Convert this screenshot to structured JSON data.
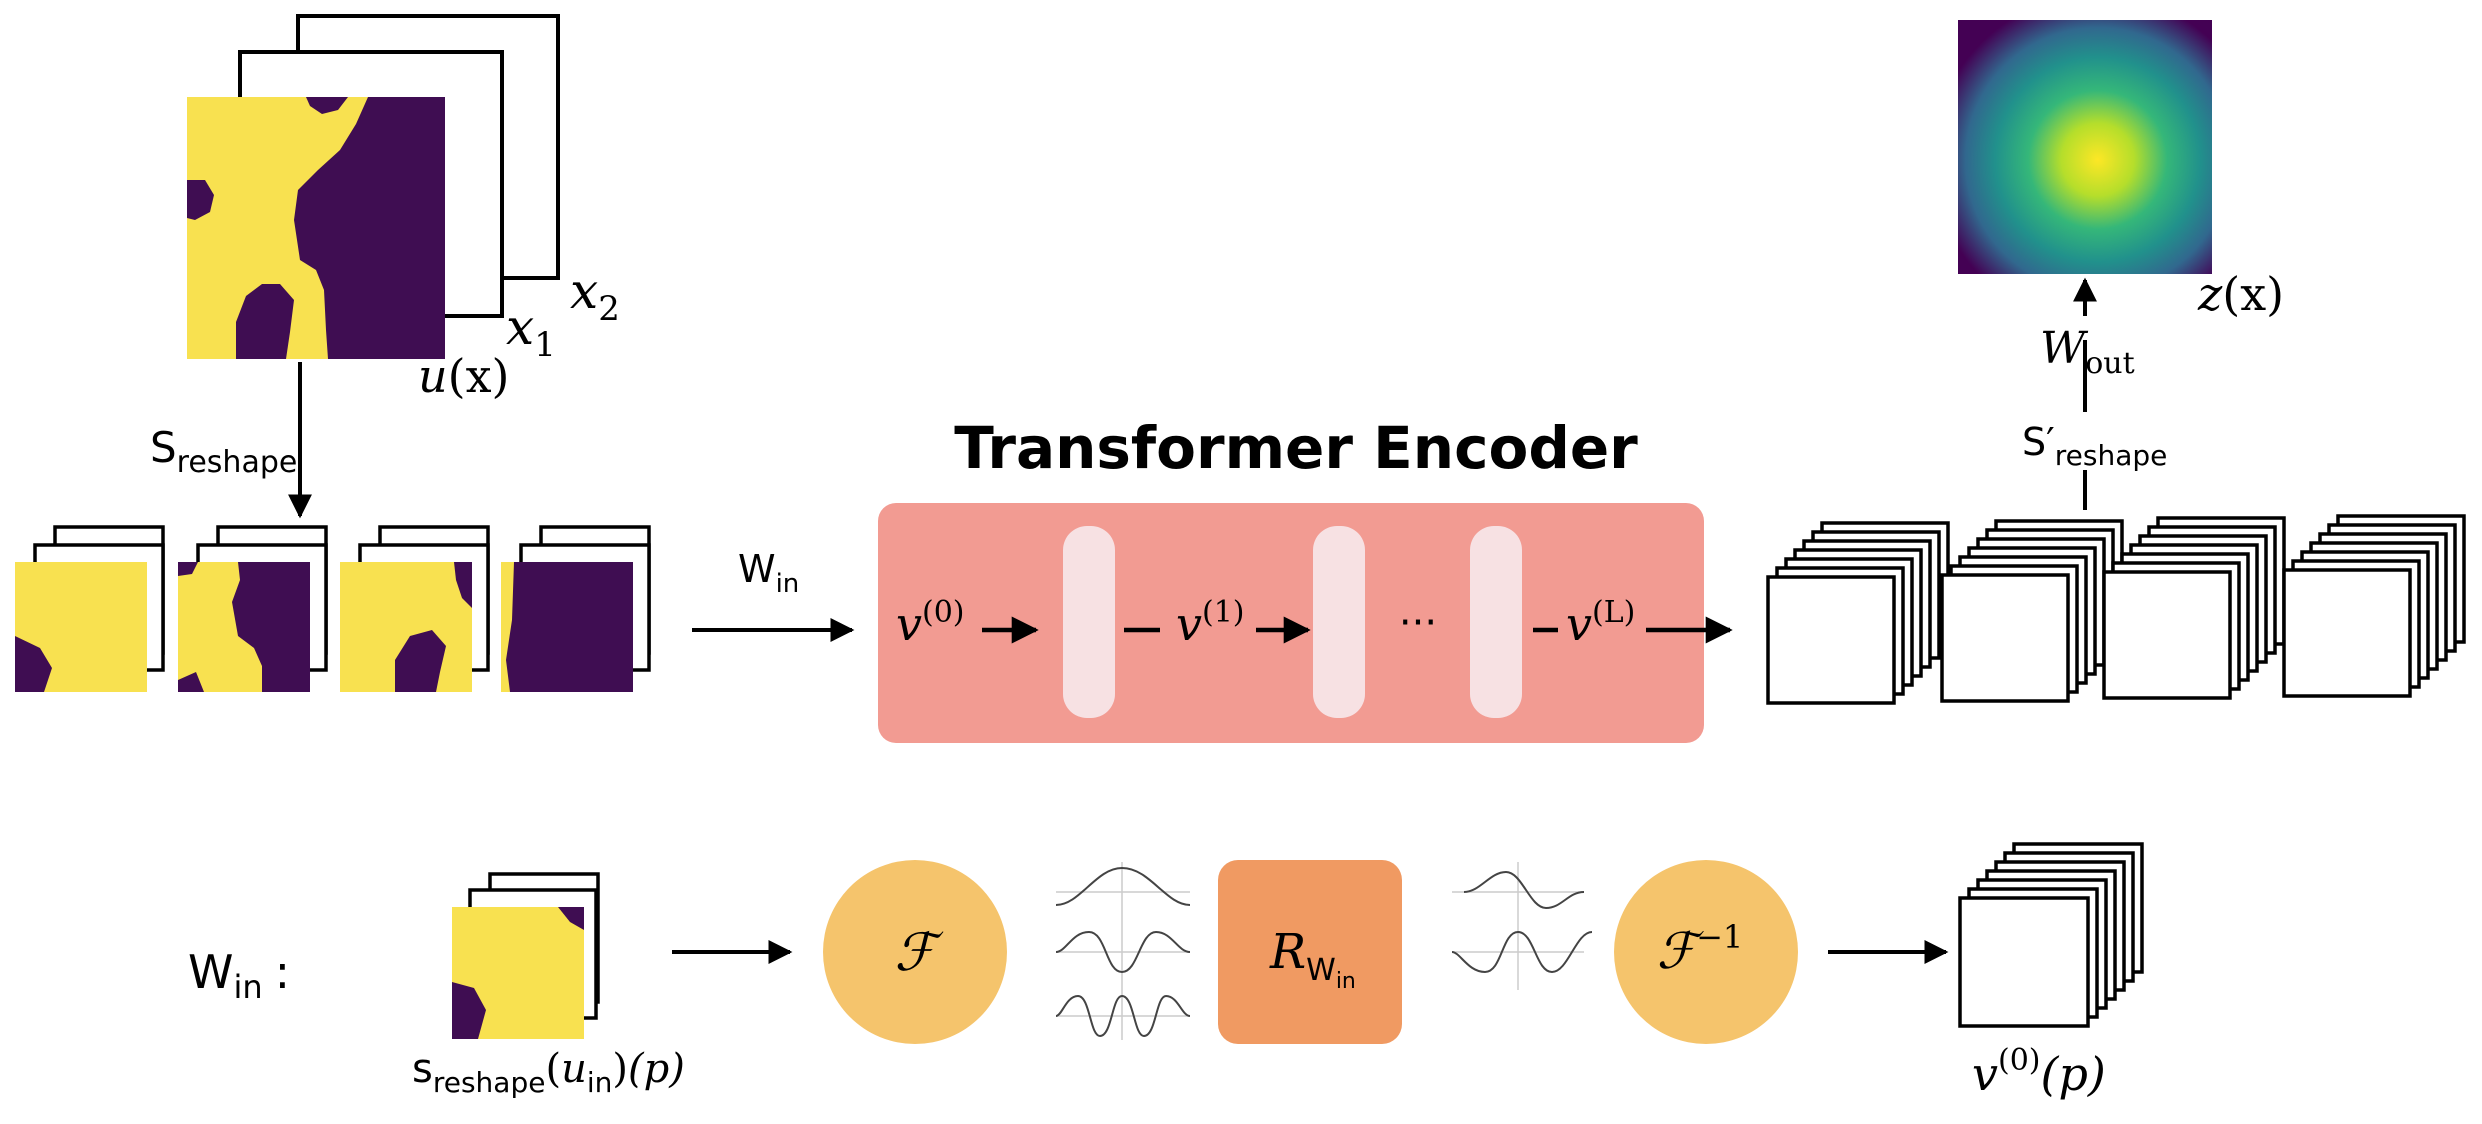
{
  "title": "Transformer Encoder",
  "colors": {
    "encoder_bg": "#f29b92",
    "encoder_slot": "#f7e1e3",
    "fft_circle": "#f5c46c",
    "r_box": "#f09a62",
    "field_yellow": "#f8e150",
    "field_purple": "#3f0d52"
  },
  "input_stack": {
    "main": "u",
    "arg": "(x)",
    "x1": "x",
    "x1_sub": "1",
    "x2": "x",
    "x2_sub": "2"
  },
  "reshape_label": {
    "main": "S",
    "sub": "reshape"
  },
  "win_arrow_label": {
    "main": "W",
    "sub": "in"
  },
  "encoder_states": {
    "v0": {
      "main": "v",
      "sup": "(0)"
    },
    "v1": {
      "main": "v",
      "sup": "(1)"
    },
    "dots": "···",
    "vL": {
      "main": "v",
      "sup": "(L)"
    }
  },
  "output": {
    "reshape_label": {
      "main": "S′",
      "sub": "reshape"
    },
    "w_out": {
      "main": "W",
      "sub": "out"
    },
    "z_main": "z",
    "z_arg": "(x)"
  },
  "bottom_row": {
    "lhs": {
      "main": "W",
      "sub": "in",
      "colon": ":"
    },
    "input_label": {
      "s": "s",
      "s_sub": "reshape",
      "u": "u",
      "u_sub": "in",
      "arg": "(p)"
    },
    "fourier": "ℱ",
    "inverse_fourier": {
      "main": "ℱ",
      "sup": "−1"
    },
    "r_box": {
      "main": "R",
      "sub_main": "W",
      "sub_sub": "in"
    },
    "output_label": {
      "main": "v",
      "sup": "(0)",
      "arg": "(p)"
    }
  }
}
